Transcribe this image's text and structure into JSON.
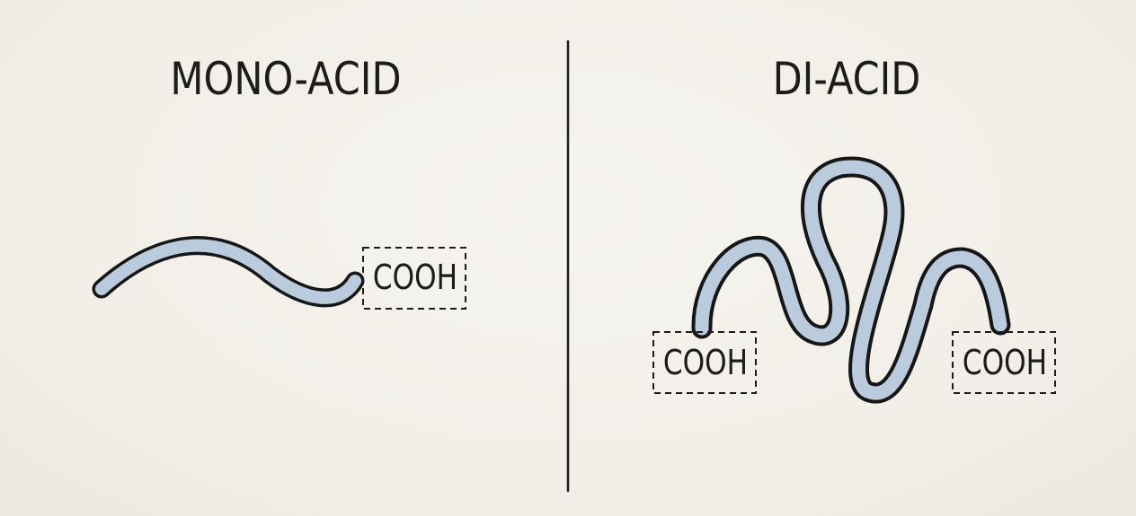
{
  "panels": {
    "mono": {
      "title": "MONO-ACID",
      "end_groups": [
        "COOH"
      ]
    },
    "di": {
      "title": "DI-ACID",
      "end_groups": [
        "COOH",
        "COOH"
      ]
    }
  },
  "colors": {
    "chain_fill": "#b9cbdc",
    "chain_outline": "#161616",
    "ink": "#1c1c1c",
    "background": "#f3f1eb"
  }
}
